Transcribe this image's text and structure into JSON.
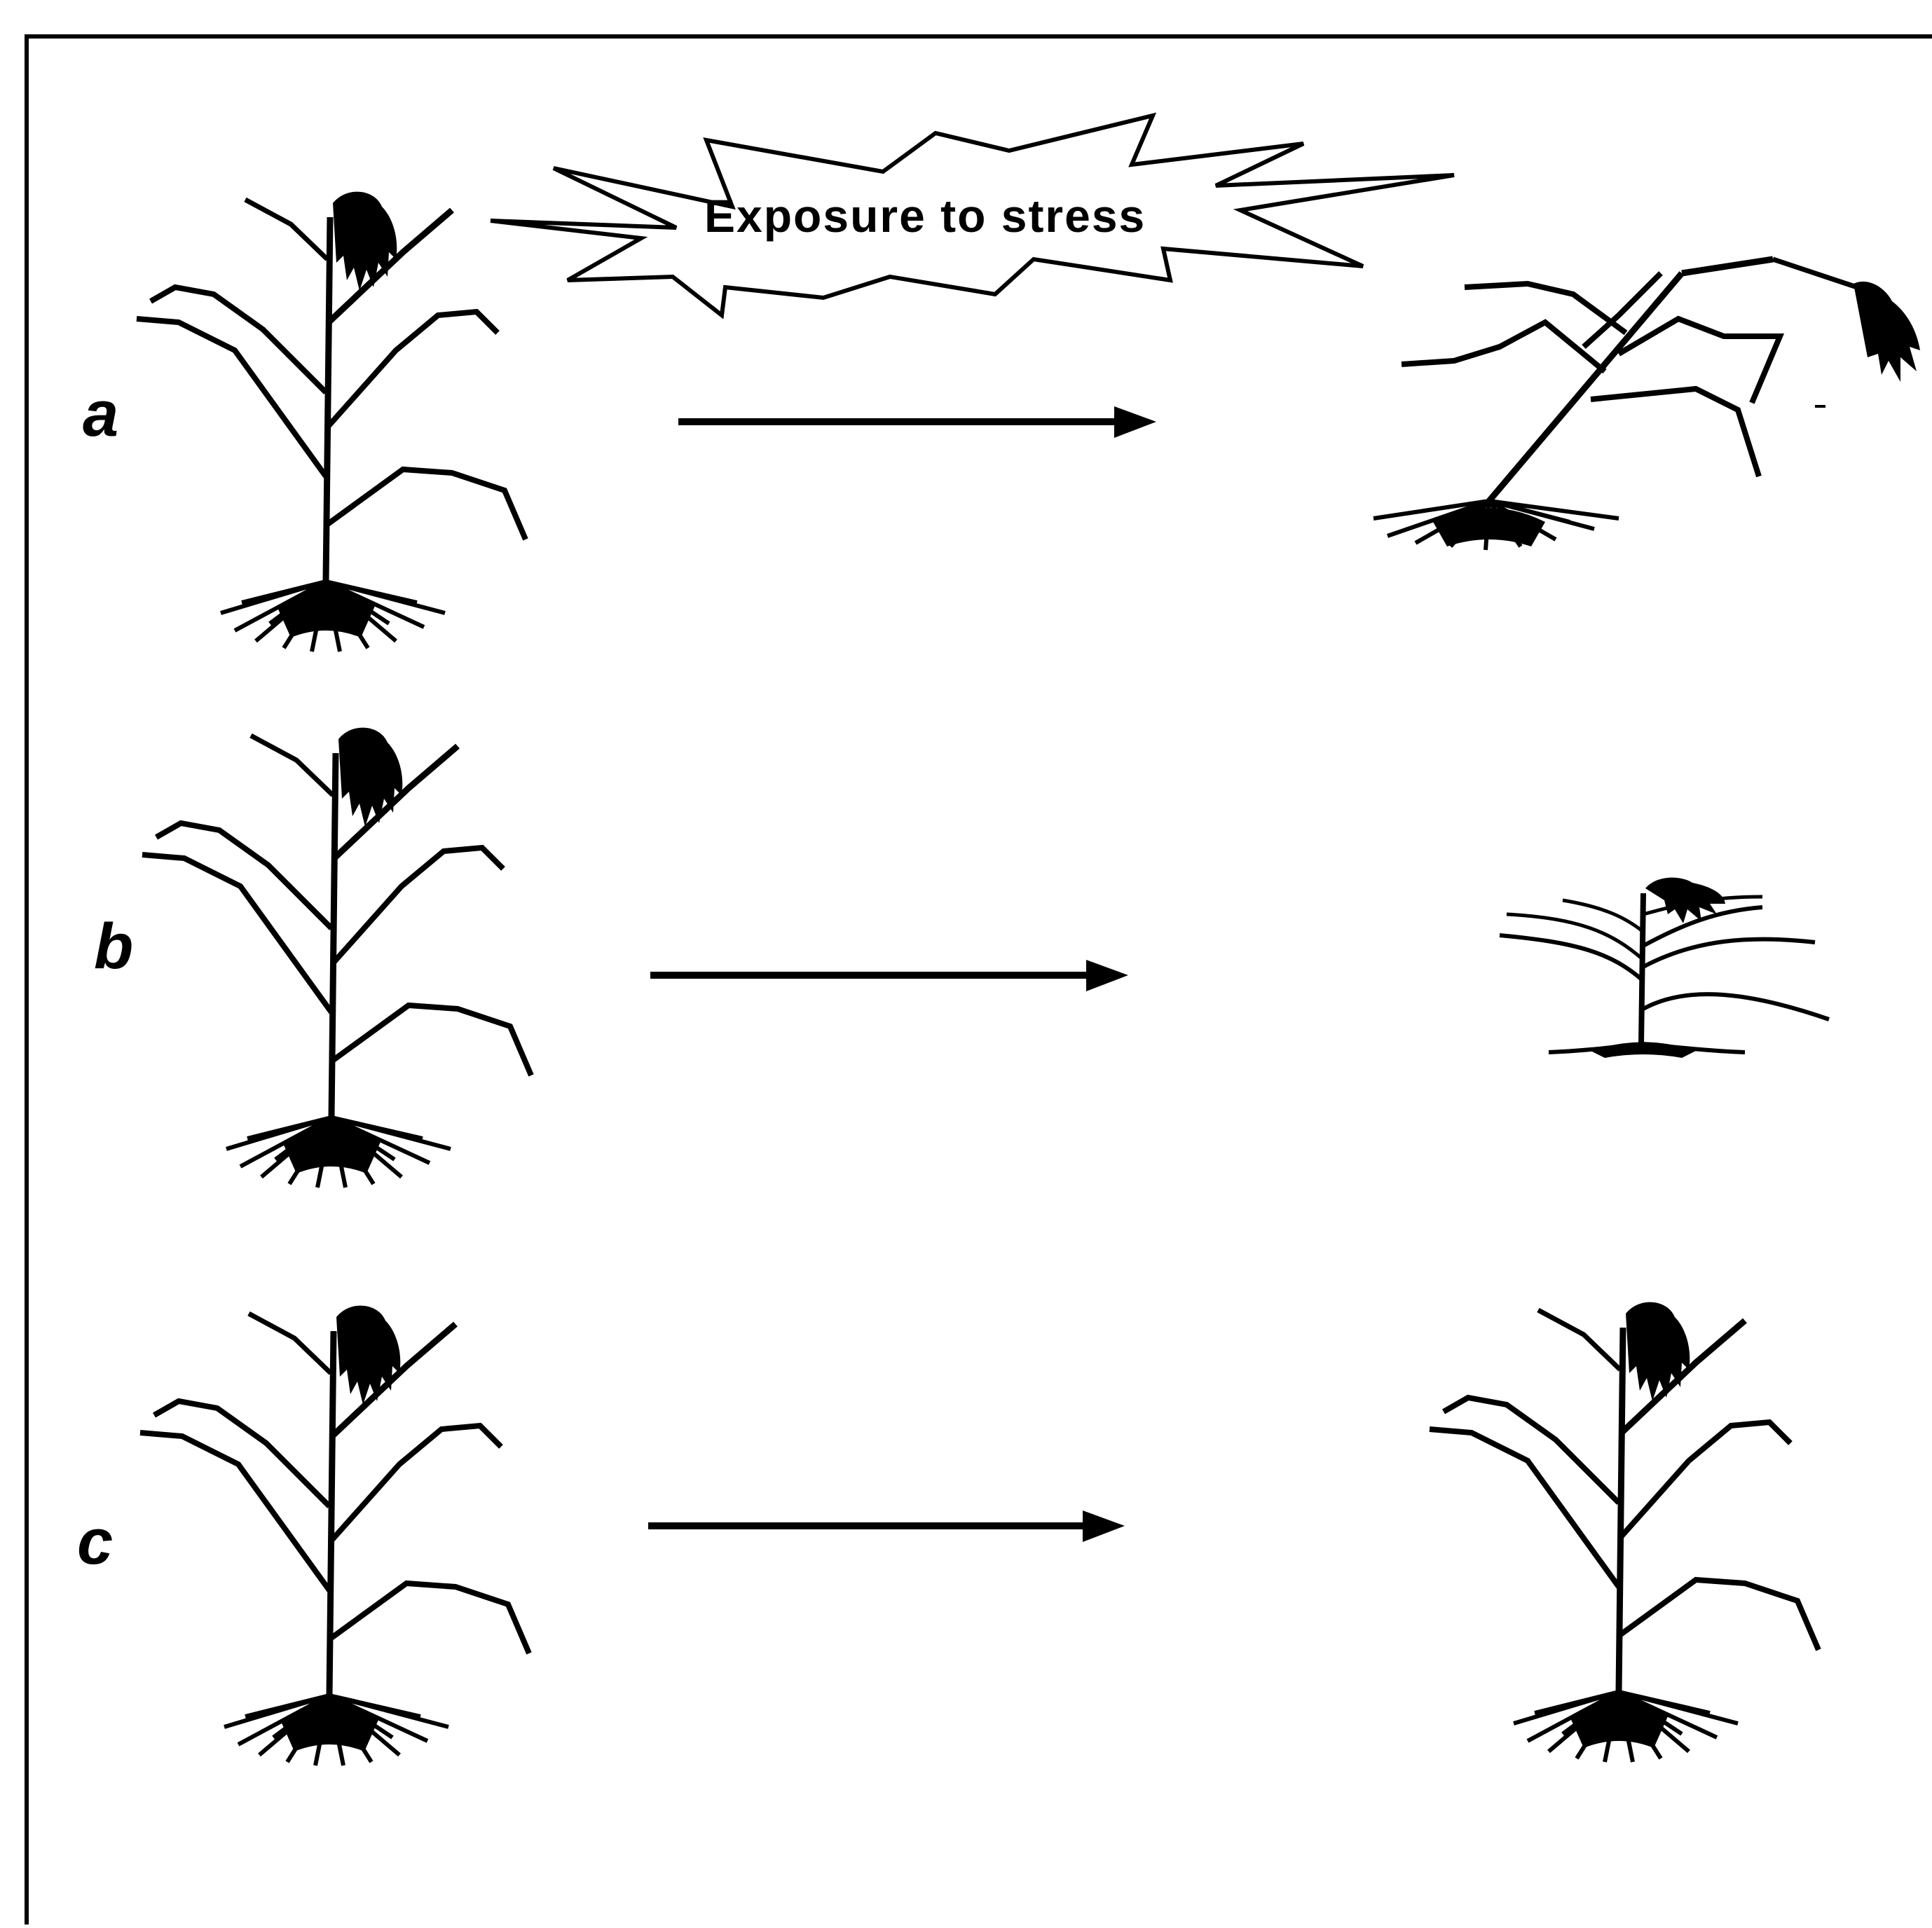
{
  "diagram": {
    "stress_label": "Exposure to stress",
    "rows": [
      {
        "label": "a"
      },
      {
        "label": "b"
      },
      {
        "label": "c"
      }
    ]
  }
}
